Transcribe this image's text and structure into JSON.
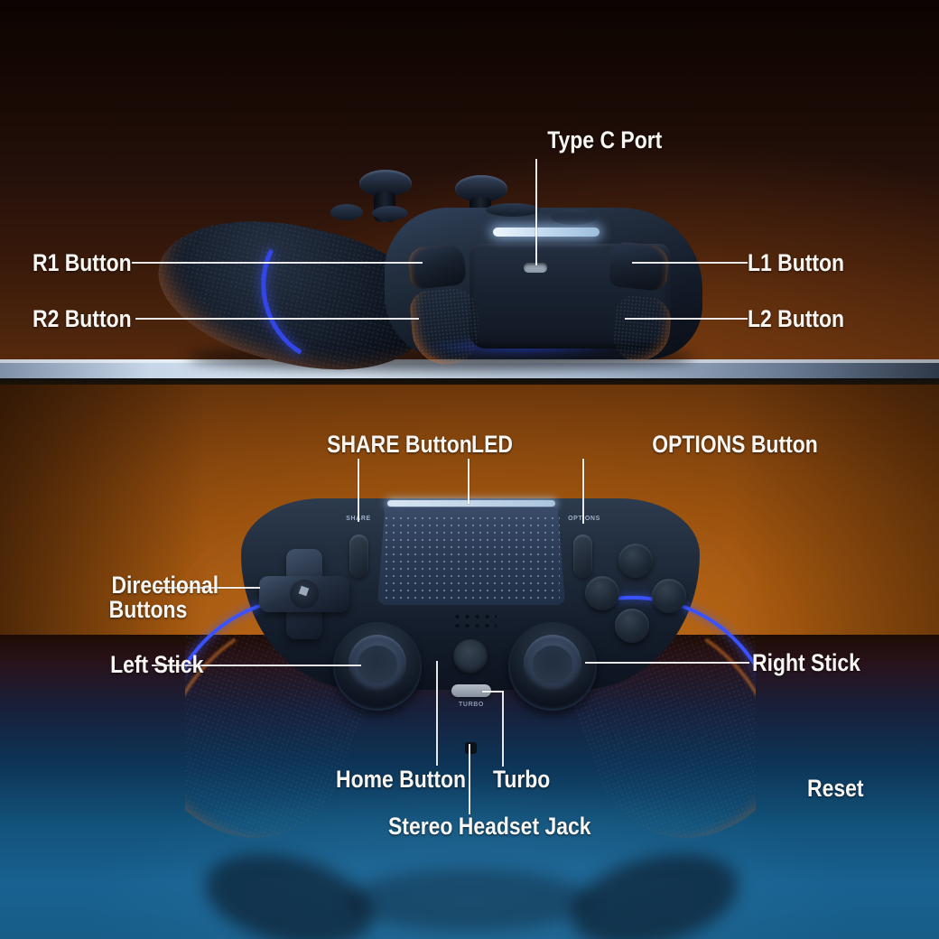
{
  "scene": {
    "description": "Wireless game controller parts diagram, rear view on shelf above, front view below",
    "colors": {
      "accent_blue_glow": "#3a52ff",
      "lightbar_white": "#cfe4f6",
      "background_orange": "#a85a10",
      "background_blue": "#155a82",
      "controller_body_navy": "#1b2533",
      "label_text": "#f7f6f2"
    }
  },
  "labels": {
    "type_c": "Type C Port",
    "r1": "R1 Button",
    "r2": "R2 Button",
    "l1": "L1 Button",
    "l2": "L2 Button",
    "share": "SHARE Button",
    "led": "LED",
    "options": "OPTIONS Button",
    "directional_line1": "Directional",
    "directional_line2": "Buttons",
    "left_stick": "Left Stick",
    "right_stick": "Right Stick",
    "home": "Home Button",
    "turbo": "Turbo",
    "headset": "Stereo Headset Jack",
    "reset": "Reset"
  },
  "controller_text": {
    "share": "SHARE",
    "options": "OPTIONS",
    "turbo": "TURBO"
  }
}
